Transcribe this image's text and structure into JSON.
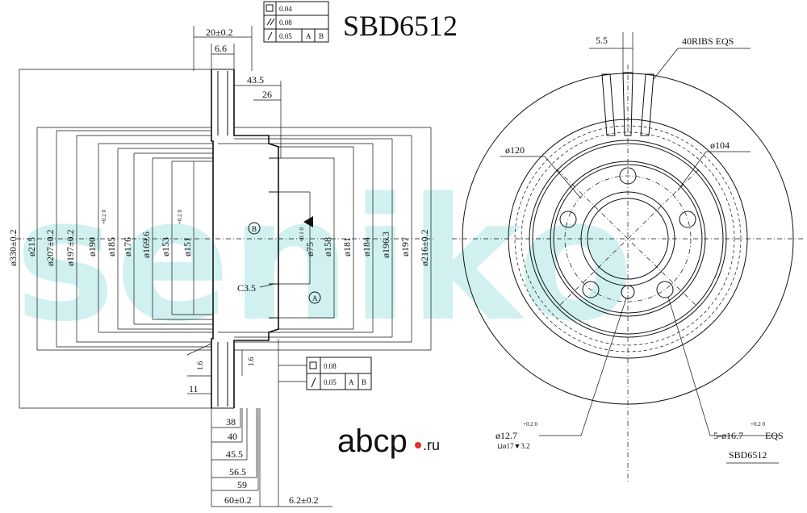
{
  "title": "SBD6512",
  "part_number_bottom": "SBD6512",
  "watermark": "seniko",
  "logo": {
    "main": "abcp",
    "suffix": ".ru",
    "dot_color": "#e5312b"
  },
  "tolerance_box_top": {
    "flatness": "0.04",
    "parallelism": "0.08",
    "runout": "0.05",
    "datum_a": "A",
    "datum_b": "B"
  },
  "tolerance_box_bottom": {
    "flatness": "0.08",
    "runout": "0.05",
    "datum_a": "A",
    "datum_b": "B"
  },
  "top_dims": {
    "width_total": "20±0.2",
    "width_small": "6.6",
    "d43": "43.5",
    "d26": "26"
  },
  "left_vertical_dims": [
    "ø330±0.2",
    "ø215",
    "ø207±0.2",
    "ø197±0.2",
    "ø190",
    "ø185",
    "ø176",
    "ø169.6",
    "ø153",
    "ø151"
  ],
  "left_tolerances": {
    "d185": "+0.2\n0",
    "d151": "+0.2\n0"
  },
  "right_vertical_dims": [
    "ø75",
    "ø158",
    "ø181",
    "ø184",
    "ø196.3",
    "ø197",
    "ø216±0.2"
  ],
  "right_tolerances": {
    "d75": "+0.1\n0"
  },
  "labels": {
    "datum_b": "B",
    "datum_a": "A",
    "chamfer": "C3.5",
    "angle1": "1.6",
    "angle2": "1.6",
    "d11": "11"
  },
  "bottom_dims": [
    "38",
    "40",
    "45.5",
    "56.5",
    "59",
    "60±0.2",
    "6.2±0.2"
  ],
  "front_view": {
    "ribs_width": "5.5",
    "ribs_note": "40RIBS EQS",
    "d120": "ø120",
    "d104": "ø104",
    "hole_small": "ø12.7",
    "hole_small_tol": "+0.2\n0",
    "hole_counter": "⊔ø17▼3.2",
    "holes_big": "5-ø16.7",
    "holes_big_tol": "+0.2\n0",
    "holes_big_suffix": "EQS"
  }
}
